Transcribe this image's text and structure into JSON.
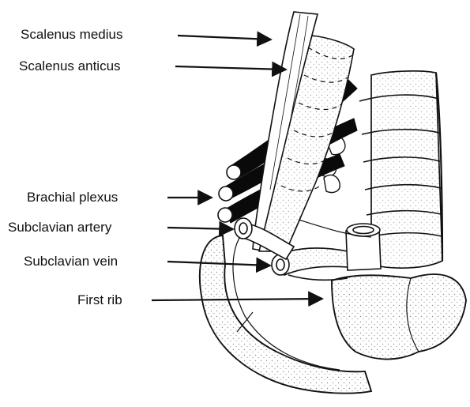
{
  "labels": {
    "scalenus_medius": "Scalenus medius",
    "scalenus_anticus": "Scalenus anticus",
    "brachial_plexus": "Brachial plexus",
    "subclavian_artery": "Subclavian artery",
    "subclavian_vein": "Subclavian vein",
    "first_rib": "First rib"
  },
  "colors": {
    "ink": "#111111",
    "paper": "#ffffff"
  }
}
